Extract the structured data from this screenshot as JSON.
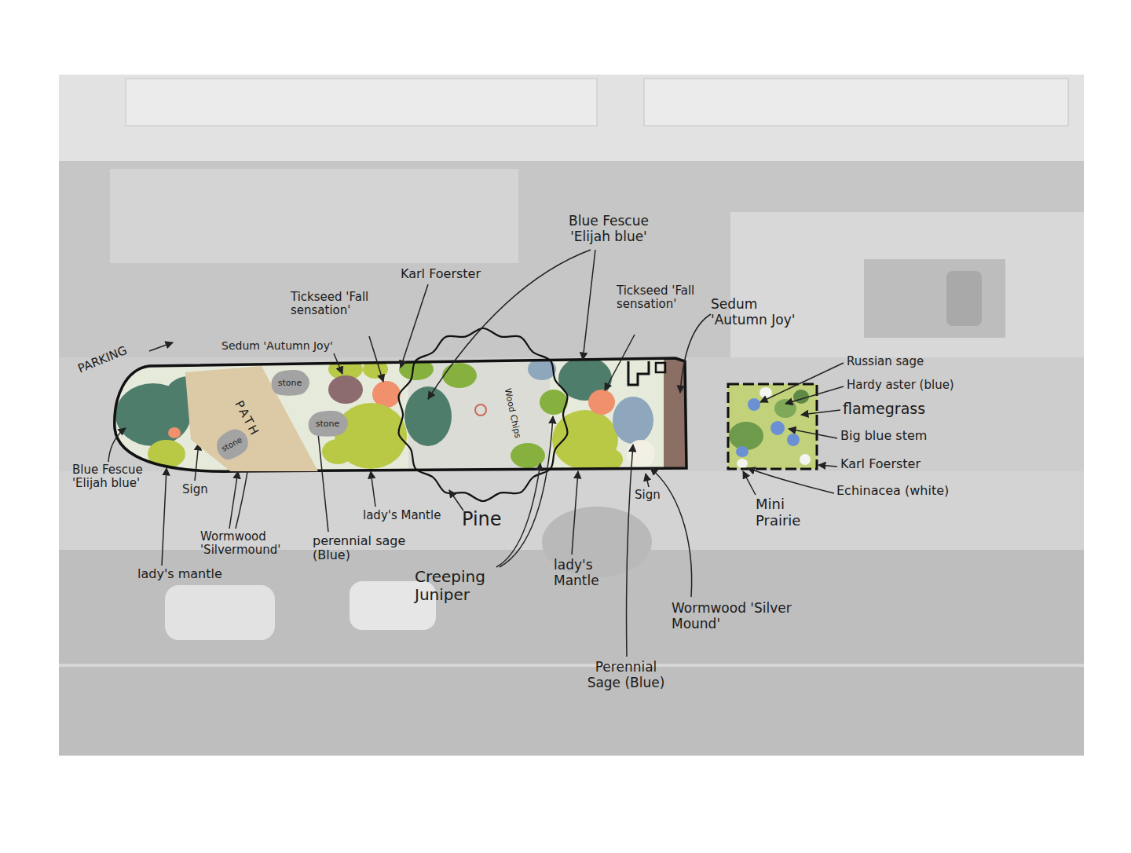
{
  "diagram": {
    "nodes": [
      {
        "text": [
          "PATH"
        ]
      },
      {
        "text": [
          "stone"
        ]
      },
      {
        "text": [
          "stone"
        ]
      },
      {
        "text": [
          "stone"
        ],
        "in": 0
      }
    ],
    "labels": [
      "PARKING",
      "Blue Fescue 'Elijah blue'",
      "Sign",
      "lady's mantle",
      "Wormwood 'Silvermound'",
      "Sedum 'Autumn Joy'",
      "Tickseed 'Fall sensation'",
      "Karl Foerster",
      "Blue Fescue 'Elijah blue'",
      "Tickseed 'Fall sensation'",
      "Sedum 'Autumn Joy'",
      "perennial sage (Blue)",
      "lady's Mantle",
      "Pine",
      "Creeping Juniper",
      "lady's Mantle",
      "Sign",
      "Wormwood 'Silver Mound'",
      "Perennial Sage (Blue)",
      "Wood Chips",
      "Russian sage",
      "Hardy aster (blue)",
      "flamegrass",
      "Big blue stem",
      "Karl Foerster",
      "Echinacea (white)",
      "Mini Prairie"
    ]
  }
}
